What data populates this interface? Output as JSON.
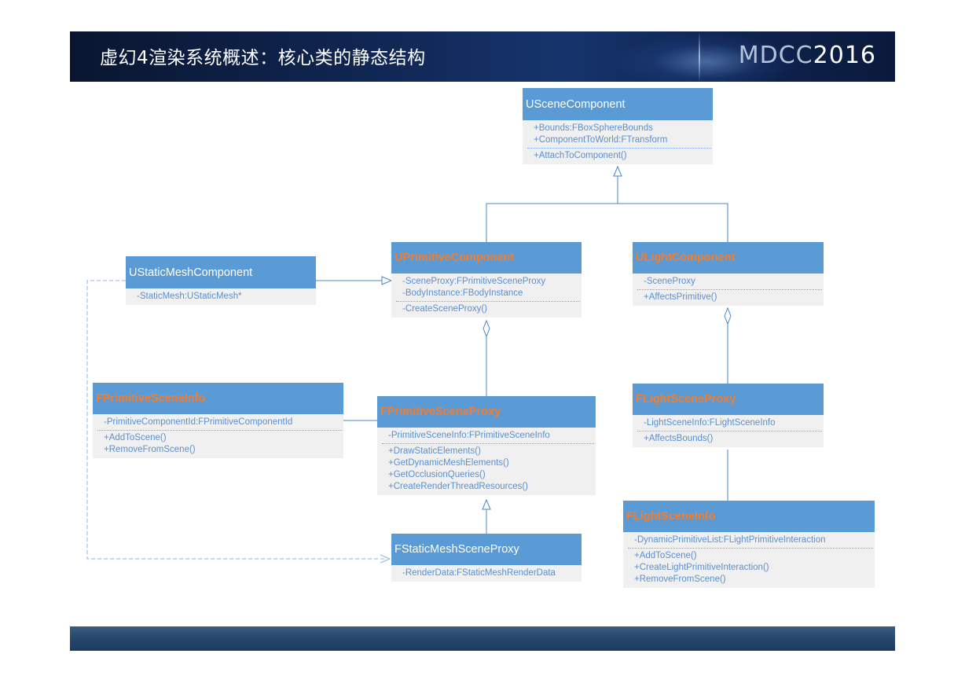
{
  "header": {
    "title": "虚幻4渲染系统概述：核心类的静态结构",
    "brand_mdcc": "MDCC",
    "brand_year": "2016"
  },
  "classes": {
    "uscene": {
      "name": "USceneComponent",
      "attributes": [
        "+Bounds:FBoxSphereBounds",
        "+ComponentToWorld:FTransform"
      ],
      "methods": [
        "+AttachToComponent()"
      ]
    },
    "uprimitive": {
      "name": "UPrimitiveComponent",
      "attributes": [
        "-SceneProxy:FPrimitiveSceneProxy",
        "-BodyInstance:FBodyInstance"
      ],
      "methods": [
        "-CreateSceneProxy()"
      ]
    },
    "ulight": {
      "name": "ULightComponent",
      "attributes": [
        "-SceneProxy"
      ],
      "methods": [
        "+AffectsPrimitive()"
      ]
    },
    "ustaticmesh": {
      "name": "UStaticMeshComponent",
      "attributes": [
        "-StaticMesh:UStaticMesh*"
      ],
      "methods": []
    },
    "fprimitiveinfo": {
      "name": "FPrimitiveSceneInfo",
      "attributes": [
        "-PrimitiveComponentId:FPrimitiveComponentId"
      ],
      "methods": [
        "+AddToScene()",
        "+RemoveFromScene()"
      ]
    },
    "fprimitiveproxy": {
      "name": "FPrimitiveSceneProxy",
      "attributes": [
        "-PrimitiveSceneInfo:FPrimitiveSceneInfo"
      ],
      "methods": [
        "+DrawStaticElements()",
        "+GetDynamicMeshElements()",
        "+GetOcclusionQueries()",
        "+CreateRenderThreadResources()"
      ]
    },
    "flightproxy": {
      "name": "FLightSceneProxy",
      "attributes": [
        "-LightSceneInfo:FLightSceneInfo"
      ],
      "methods": [
        "+AffectsBounds()"
      ]
    },
    "fstaticmeshproxy": {
      "name": "FStaticMeshSceneProxy",
      "attributes": [
        "-RenderData:FStaticMeshRenderData"
      ],
      "methods": []
    },
    "flightinfo": {
      "name": "FLightSceneInfo",
      "attributes": [
        "-DynamicPrimitiveList:FLightPrimitiveInteraction"
      ],
      "methods": [
        "+AddToScene()",
        "+CreateLightPrimitiveInteraction()",
        "+RemoveFromScene()"
      ]
    }
  },
  "colors": {
    "class_header": "#5b9bd5",
    "class_body": "#f0f0f0",
    "member_text": "#5b8fd0",
    "highlight_name": "#f57c2a",
    "connector": "#4a86c8"
  }
}
